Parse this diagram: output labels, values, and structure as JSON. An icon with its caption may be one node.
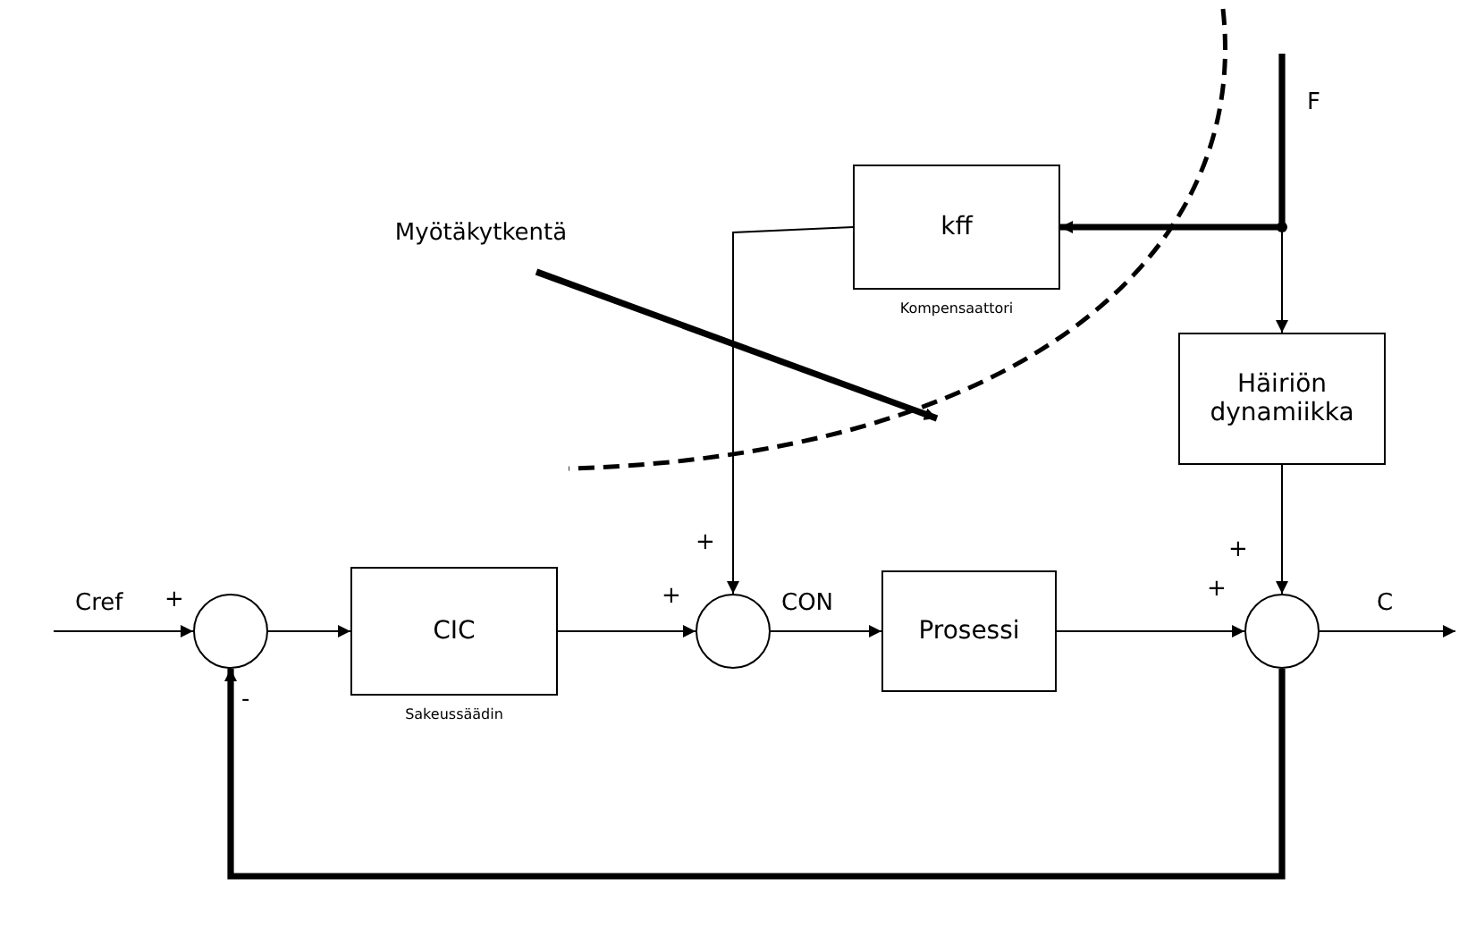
{
  "diagram": {
    "nodes": [
      {
        "text": [],
        "shape": "circle"
      },
      {
        "text": [
          "CIC"
        ],
        "beside": [
          "Sakeussäädin"
        ]
      },
      {
        "text": [],
        "shape": "circle"
      },
      {
        "text": [
          "Prosessi"
        ]
      },
      {
        "text": [],
        "shape": "circle"
      },
      {
        "text": [
          "kff"
        ],
        "beside": [
          "Kompensaattori"
        ]
      },
      {
        "text": [
          "Häiriön dynamiikka"
        ]
      },
      {
        "text": [
          "Myötäkytkentä"
        ]
      }
    ],
    "edges": [
      {
        "from": null,
        "to": 0,
        "arrow": "to",
        "label": "Cref"
      },
      {
        "from": 0,
        "to": 1,
        "arrow": "to"
      },
      {
        "from": 1,
        "to": 2,
        "arrow": "to"
      },
      {
        "from": 5,
        "to": 2,
        "arrow": "to"
      },
      {
        "from": 2,
        "to": 3,
        "arrow": "to",
        "label": "CON"
      },
      {
        "from": 3,
        "to": 4,
        "arrow": "to"
      },
      {
        "from": 6,
        "to": 4,
        "arrow": "to"
      },
      {
        "from": 4,
        "to": null,
        "arrow": "to",
        "label": "C"
      },
      {
        "from": 4,
        "to": 0,
        "arrow": "to",
        "style": "thick"
      },
      {
        "from": null,
        "to": 5,
        "arrow": "to",
        "style": "thick"
      },
      {
        "from": null,
        "to": 6,
        "arrow": "to"
      },
      {
        "from": 7,
        "to": null,
        "arrow": "to",
        "style": "thick"
      }
    ],
    "labels": [
      "F",
      "+",
      "+",
      "+",
      "+",
      "+",
      "-"
    ]
  }
}
